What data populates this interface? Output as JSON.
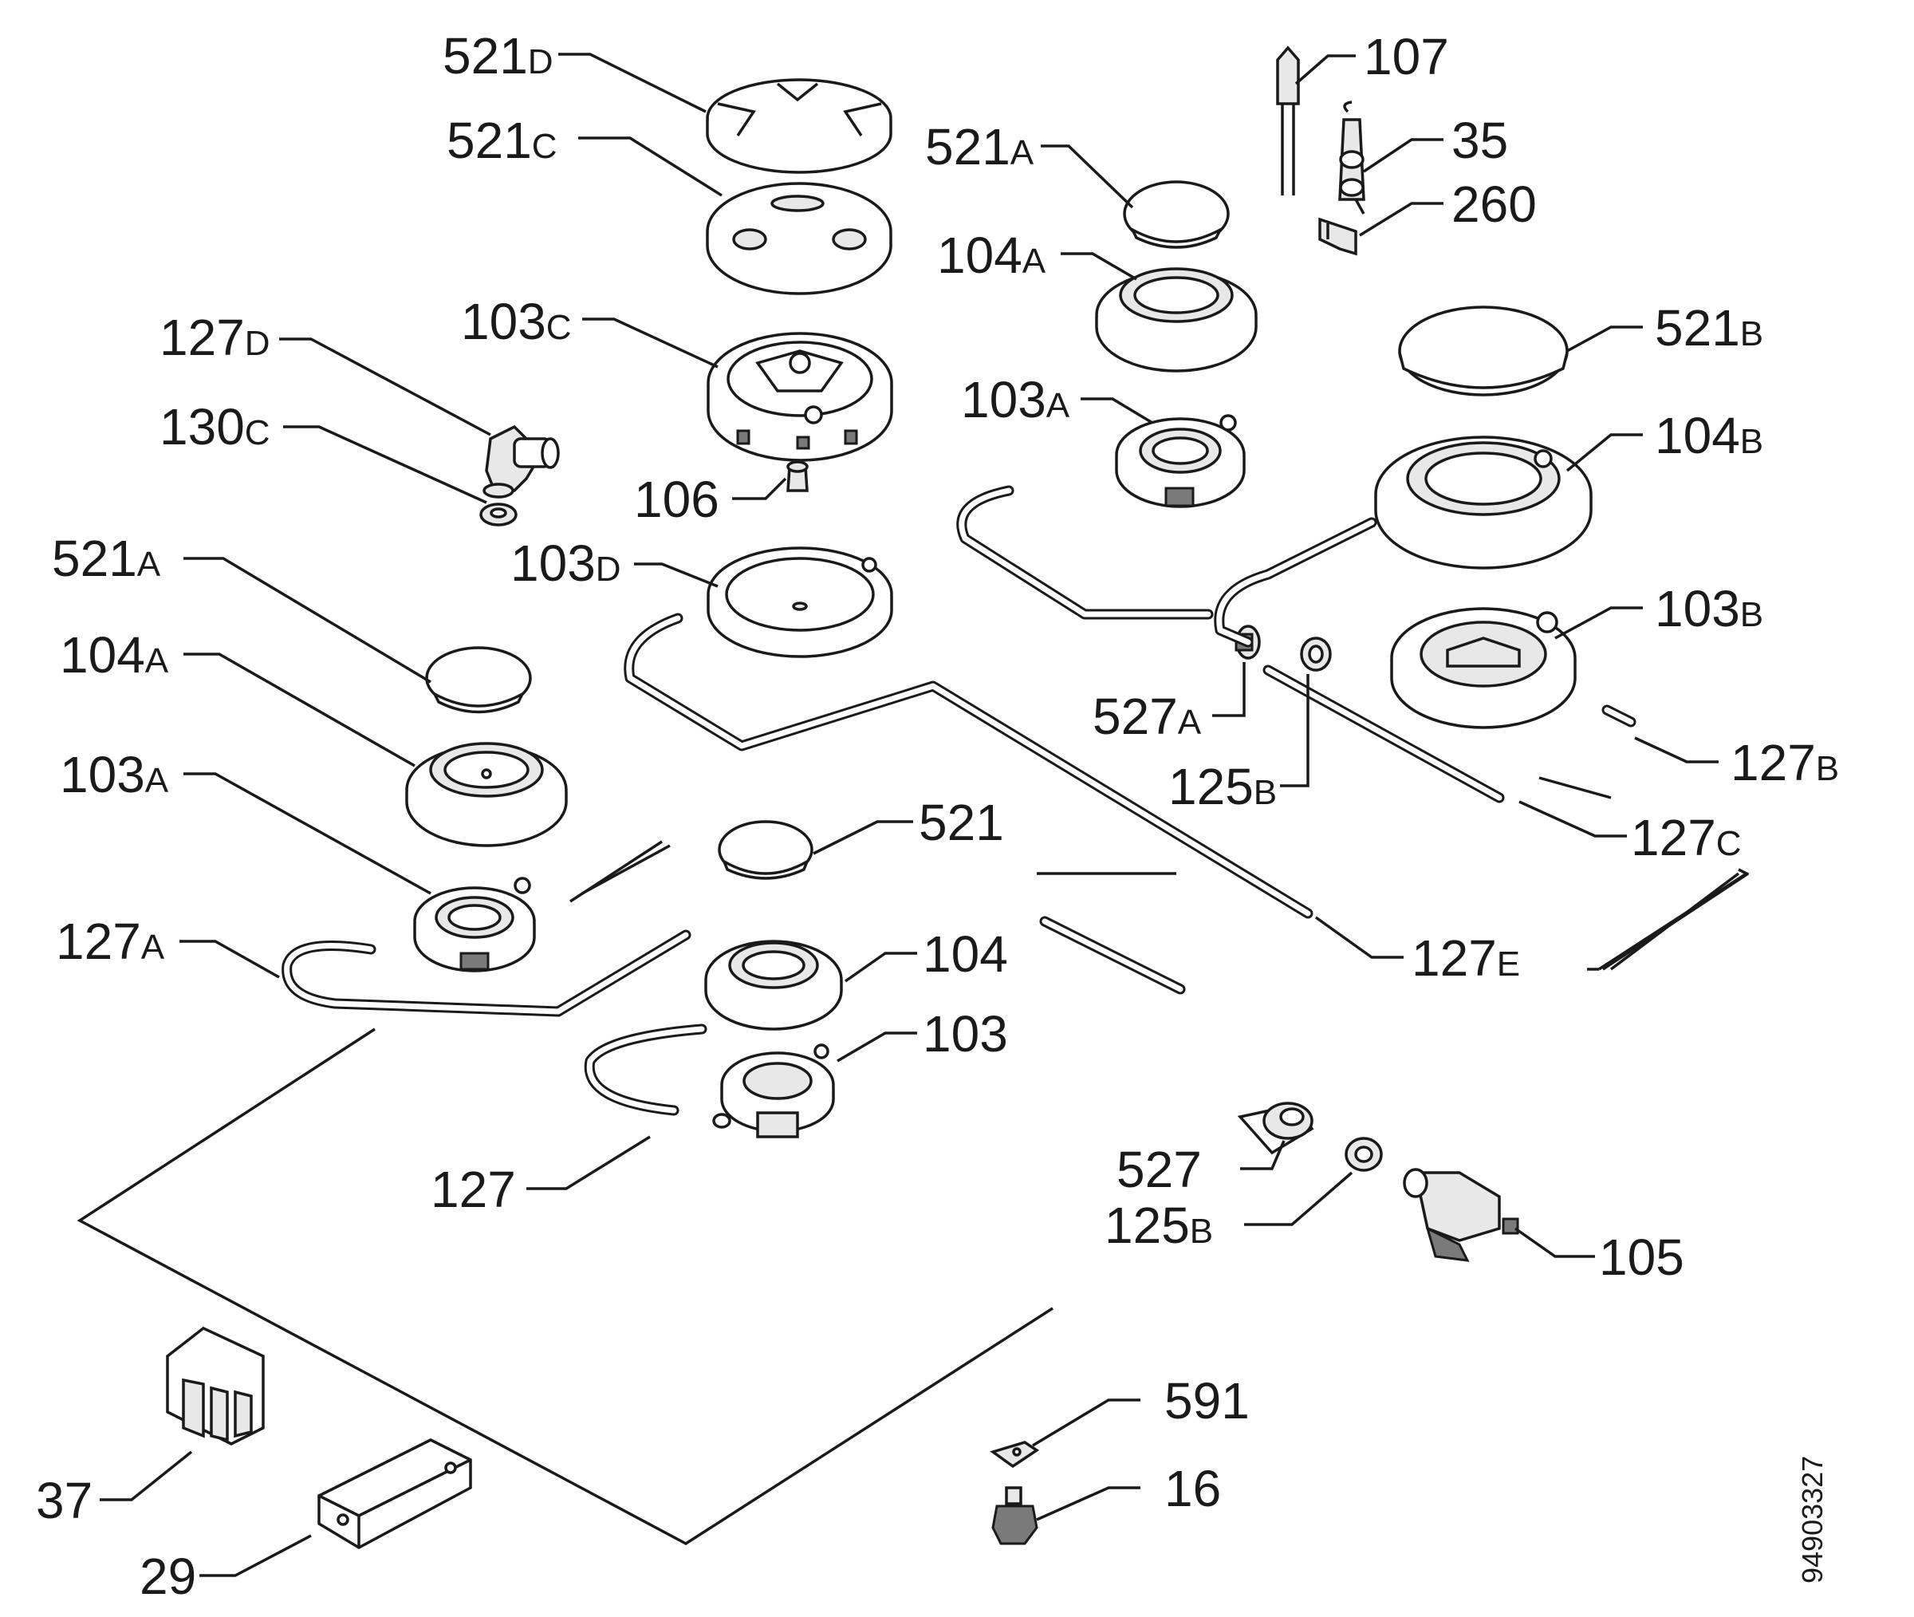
{
  "doc_id": "94903327",
  "labels": [
    {
      "id": "521d",
      "num": "521",
      "sfx": "D"
    },
    {
      "id": "521c",
      "num": "521",
      "sfx": "C"
    },
    {
      "id": "103c",
      "num": "103",
      "sfx": "C"
    },
    {
      "id": "127d",
      "num": "127",
      "sfx": "D"
    },
    {
      "id": "130c",
      "num": "130",
      "sfx": "C"
    },
    {
      "id": "106",
      "num": "106",
      "sfx": ""
    },
    {
      "id": "103d",
      "num": "103",
      "sfx": "D"
    },
    {
      "id": "521a-left",
      "num": "521",
      "sfx": "A"
    },
    {
      "id": "104a-left",
      "num": "104",
      "sfx": "A"
    },
    {
      "id": "103a-left",
      "num": "103",
      "sfx": "A"
    },
    {
      "id": "127a",
      "num": "127",
      "sfx": "A"
    },
    {
      "id": "521",
      "num": "521",
      "sfx": ""
    },
    {
      "id": "104",
      "num": "104",
      "sfx": ""
    },
    {
      "id": "103",
      "num": "103",
      "sfx": ""
    },
    {
      "id": "127",
      "num": "127",
      "sfx": ""
    },
    {
      "id": "107",
      "num": "107",
      "sfx": ""
    },
    {
      "id": "35",
      "num": "35",
      "sfx": ""
    },
    {
      "id": "260",
      "num": "260",
      "sfx": ""
    },
    {
      "id": "521a-right",
      "num": "521",
      "sfx": "A"
    },
    {
      "id": "104a-right",
      "num": "104",
      "sfx": "A"
    },
    {
      "id": "103a-right",
      "num": "103",
      "sfx": "A"
    },
    {
      "id": "521b",
      "num": "521",
      "sfx": "B"
    },
    {
      "id": "104b",
      "num": "104",
      "sfx": "B"
    },
    {
      "id": "103b",
      "num": "103",
      "sfx": "B"
    },
    {
      "id": "527a",
      "num": "527",
      "sfx": "A"
    },
    {
      "id": "125b-upper",
      "num": "125",
      "sfx": "B"
    },
    {
      "id": "127b",
      "num": "127",
      "sfx": "B"
    },
    {
      "id": "127c",
      "num": "127",
      "sfx": "C"
    },
    {
      "id": "127e",
      "num": "127",
      "sfx": "E"
    },
    {
      "id": "527",
      "num": "527",
      "sfx": ""
    },
    {
      "id": "125b-lower",
      "num": "125",
      "sfx": "B"
    },
    {
      "id": "105",
      "num": "105",
      "sfx": ""
    },
    {
      "id": "591",
      "num": "591",
      "sfx": ""
    },
    {
      "id": "16",
      "num": "16",
      "sfx": ""
    },
    {
      "id": "37",
      "num": "37",
      "sfx": ""
    },
    {
      "id": "29",
      "num": "29",
      "sfx": ""
    }
  ]
}
